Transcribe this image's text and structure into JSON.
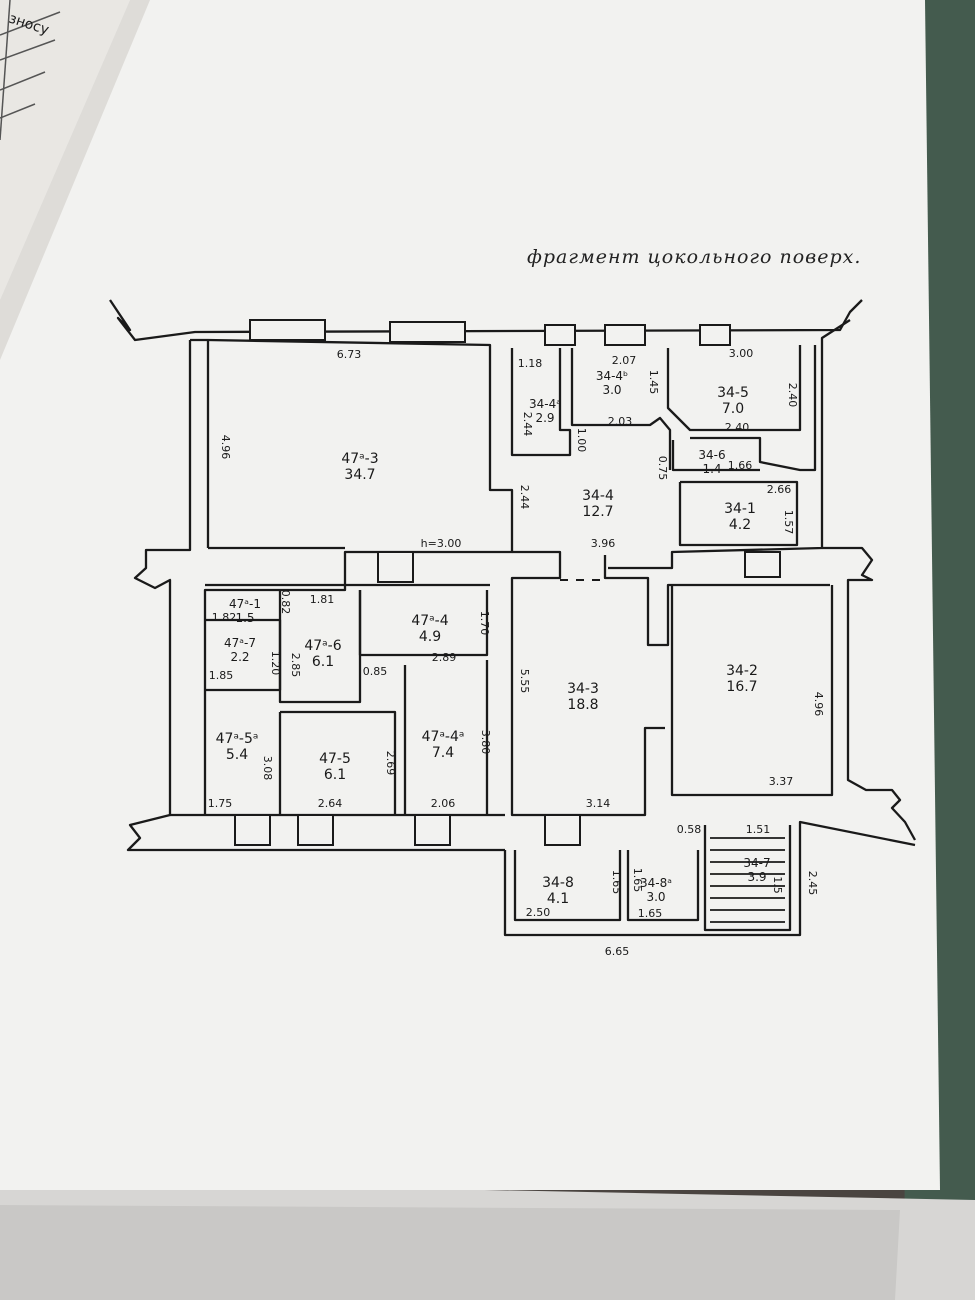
{
  "title": "фрагмент цокольного поверх.",
  "corner_note": "зносу",
  "rooms": [
    {
      "id": "47a-3",
      "label": "47ᵃ-3",
      "area": "34.7"
    },
    {
      "id": "34-4a",
      "label": "34-4ᵃ",
      "area": "2.9"
    },
    {
      "id": "34-4b",
      "label": "34-4ᵇ",
      "area": "3.0"
    },
    {
      "id": "34-5",
      "label": "34-5",
      "area": "7.0"
    },
    {
      "id": "34-6",
      "label": "34-6",
      "area": "1.4"
    },
    {
      "id": "34-4",
      "label": "34-4",
      "area": "12.7"
    },
    {
      "id": "34-1",
      "label": "34-1",
      "area": "4.2"
    },
    {
      "id": "47a-1",
      "label": "47ᵃ-1",
      "area": "1.5"
    },
    {
      "id": "47a-7",
      "label": "47ᵃ-7",
      "area": "2.2"
    },
    {
      "id": "47a-6",
      "label": "47ᵃ-6",
      "area": "6.1"
    },
    {
      "id": "47a-4",
      "label": "47ᵃ-4",
      "area": "4.9"
    },
    {
      "id": "47a-5a",
      "label": "47ᵃ-5ᵃ",
      "area": "5.4"
    },
    {
      "id": "47-5",
      "label": "47-5",
      "area": "6.1"
    },
    {
      "id": "47a-4a",
      "label": "47ᵃ-4ᵃ",
      "area": "7.4"
    },
    {
      "id": "34-3",
      "label": "34-3",
      "area": "18.8"
    },
    {
      "id": "34-2",
      "label": "34-2",
      "area": "16.7"
    },
    {
      "id": "34-8",
      "label": "34-8",
      "area": "4.1"
    },
    {
      "id": "34-8a",
      "label": "34-8ᵃ",
      "area": "3.0"
    },
    {
      "id": "34-7",
      "label": "34-7",
      "area": "3.9"
    }
  ],
  "dimensions": [
    "6.73",
    "4.96",
    "1.18",
    "2.07",
    "1.45",
    "3.00",
    "2.44",
    "1.00",
    "2.03",
    "2.40",
    "2.40",
    "1.66",
    "0.75",
    "2.44",
    "3.96",
    "2.66",
    "1.57",
    "h=3.00",
    "1.81",
    "1.82",
    "0.82",
    "1.70",
    "2.89",
    "1.20",
    "2.85",
    "1.85",
    "0.85",
    "3.08",
    "2.69",
    "3.80",
    "1.75",
    "2.64",
    "2.06",
    "5.55",
    "3.14",
    "4.96",
    "3.37",
    "0.58",
    "1.51",
    "1.65",
    "2.50",
    "1.65",
    "1.65",
    "1.5",
    "2.45",
    "6.65"
  ]
}
